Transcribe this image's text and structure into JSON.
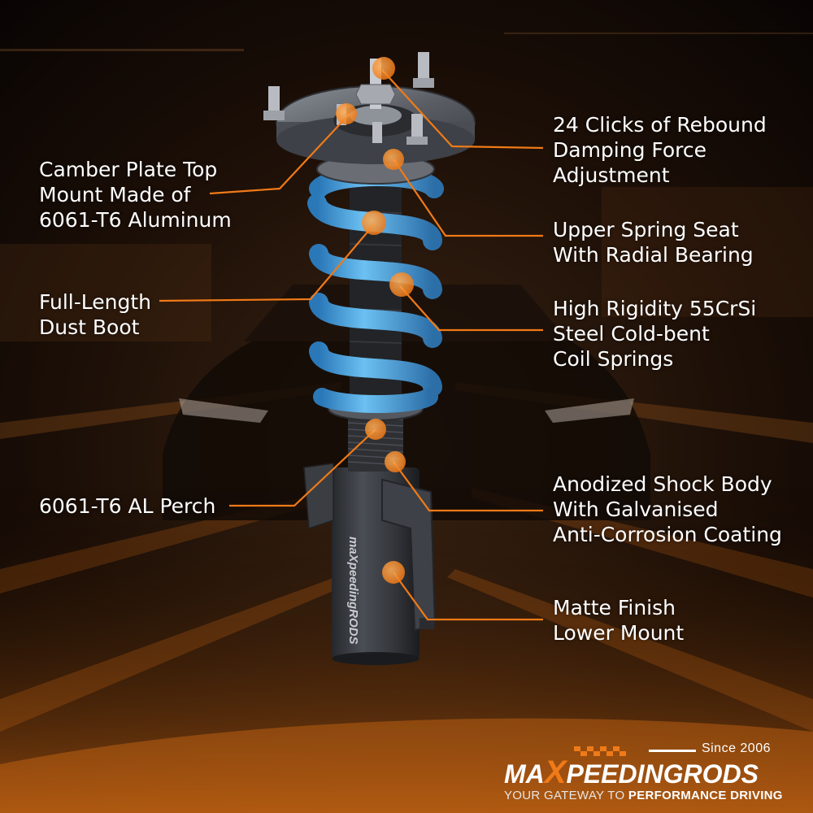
{
  "callouts": [
    {
      "id": "camber-plate",
      "lines": [
        "Camber Plate Top",
        "Mount Made of",
        "6061-T6 Aluminum"
      ]
    },
    {
      "id": "dust-boot",
      "lines": [
        "Full-Length",
        "Dust Boot"
      ]
    },
    {
      "id": "perch",
      "lines": [
        "6061-T6 AL Perch"
      ]
    },
    {
      "id": "rebound-clicks",
      "lines": [
        "24 Clicks of Rebound",
        "Damping Force",
        "Adjustment"
      ]
    },
    {
      "id": "spring-seat",
      "lines": [
        "Upper Spring Seat",
        "With Radial Bearing"
      ]
    },
    {
      "id": "coil-springs",
      "lines": [
        "High Rigidity 55CrSi",
        "Steel Cold-bent",
        "Coil Springs"
      ]
    },
    {
      "id": "shock-body",
      "lines": [
        "Anodized Shock Body",
        "With Galvanised",
        "Anti-Corrosion Coating"
      ]
    },
    {
      "id": "lower-mount",
      "lines": [
        "Matte Finish",
        "Lower Mount"
      ]
    }
  ],
  "brand": {
    "since": "Since 2006",
    "logo_ma": "MA",
    "logo_x": "X",
    "logo_peeding": "PEEDING",
    "logo_rods": "RODS",
    "tagline_prefix": "YOUR GATEWAY TO ",
    "tagline_bold": "PERFORMANCE DRIVING"
  },
  "product_text": "maXpeedingRODS",
  "colors": {
    "accent": "#f07a18",
    "spring": "#4aa3e0",
    "body": "#3a3d42",
    "text": "#ffffff"
  },
  "icons": [
    "callout-dot-icon",
    "checkered-flag-icon"
  ]
}
